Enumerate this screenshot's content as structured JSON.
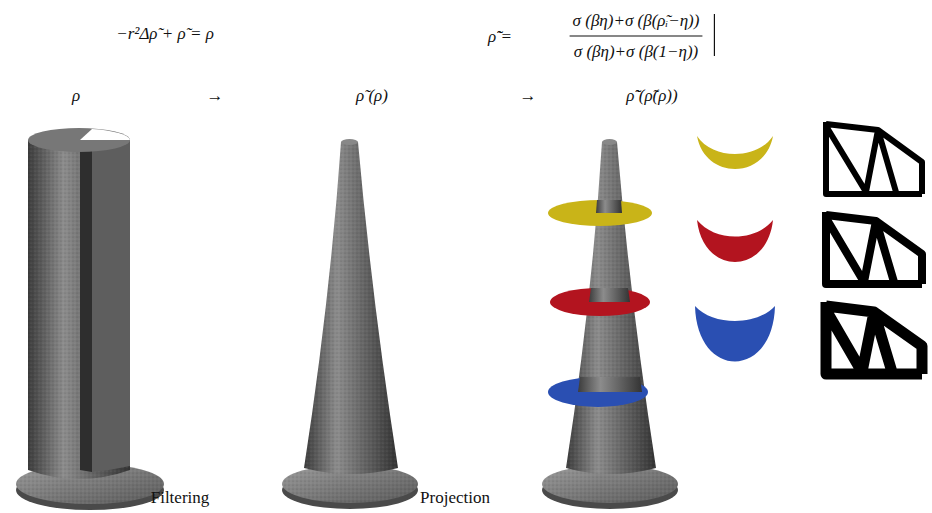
{
  "diagram": {
    "labels": [
      "−r²Δρ̃ + ρ̃ = ρ",
      "ρ̃̃ =",
      "σ (βη)+σ (β(ρ̃ᵢ−η))",
      "σ (βη)+σ (β(1−η))",
      "ρ",
      "→",
      "ρ̃ (ρ)",
      "→",
      "ρ̃̃ (ρ̃(ρ))",
      "Filtering",
      "Projection"
    ]
  }
}
